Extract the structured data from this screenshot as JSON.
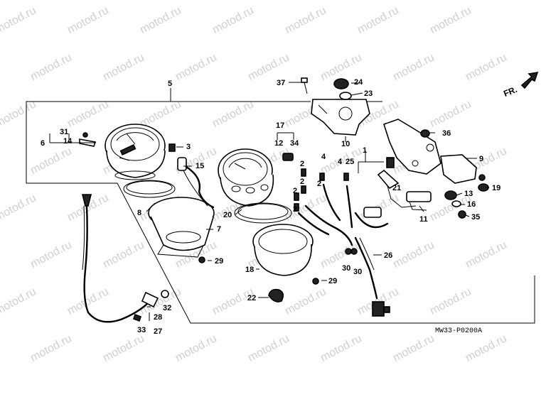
{
  "diagram": {
    "watermark": "motod.ru",
    "drawing_code": "MW33-P0200A",
    "direction_label": "FR.",
    "callouts": [
      "1",
      "2",
      "3",
      "4",
      "5",
      "6",
      "7",
      "8",
      "9",
      "10",
      "11",
      "12",
      "13",
      "14",
      "15",
      "16",
      "17",
      "18",
      "19",
      "20",
      "21",
      "22",
      "23",
      "24",
      "25",
      "26",
      "27",
      "28",
      "29",
      "30",
      "31",
      "32",
      "33",
      "34",
      "35",
      "36",
      "37"
    ]
  }
}
